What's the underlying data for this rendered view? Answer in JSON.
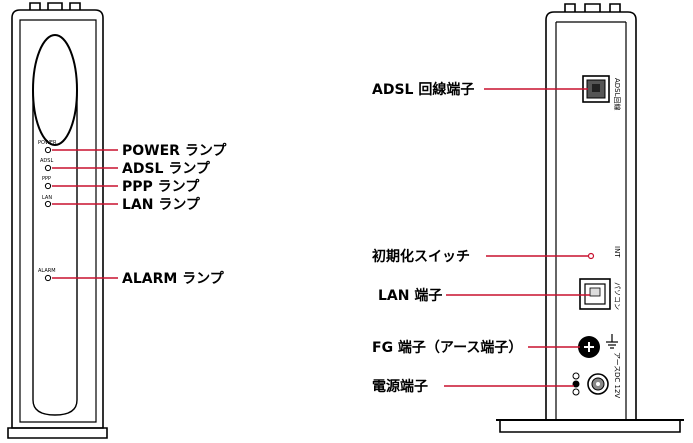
{
  "front": {
    "led_labels": [
      "POWER",
      "ADSL",
      "PPP",
      "LAN",
      "ALARM"
    ],
    "callouts": [
      "POWER ランプ",
      "ADSL ランプ",
      "PPP ランプ",
      "LAN ランプ",
      "ALARM ランプ"
    ]
  },
  "back": {
    "callouts": {
      "adsl_port": "ADSL 回線端子",
      "init_switch": "初期化スイッチ",
      "lan_port": "LAN 端子",
      "fg_port": "FG 端子（アース端子）",
      "power_port": "電源端子"
    },
    "panel_labels": {
      "adsl": "ADSL回線",
      "int": "INT",
      "pc": "パソコン",
      "earth": "アース",
      "dc": "DC 12V"
    }
  },
  "colors": {
    "leader_line": "#c8102e",
    "outline": "#000000"
  }
}
